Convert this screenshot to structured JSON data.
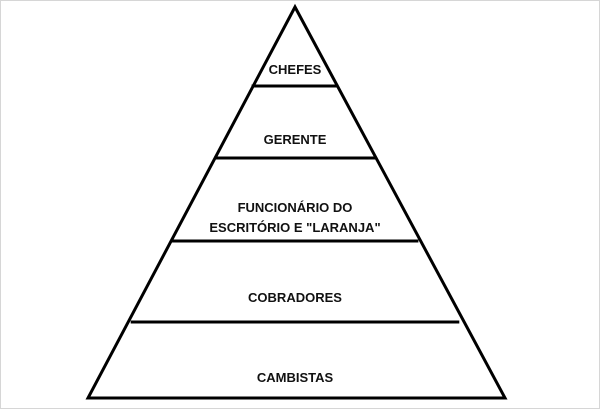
{
  "pyramid": {
    "levels": [
      {
        "lines": [
          "CHEFES"
        ]
      },
      {
        "lines": [
          "GERENTE"
        ]
      },
      {
        "lines": [
          "FUNCIONÁRIO DO",
          "ESCRITÓRIO E \"LARANJA\""
        ]
      },
      {
        "lines": [
          "COBRADORES"
        ]
      },
      {
        "lines": [
          "CAMBISTAS"
        ]
      }
    ]
  }
}
